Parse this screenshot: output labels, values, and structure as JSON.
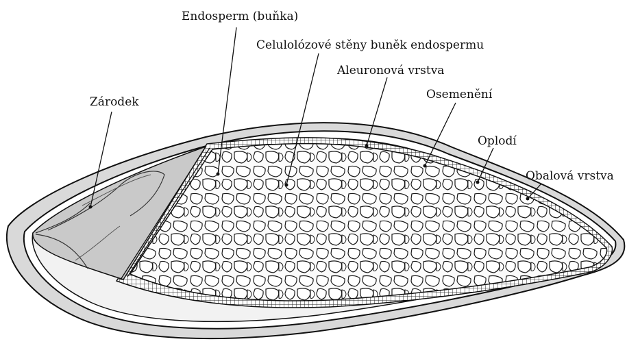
{
  "labels": {
    "endosperm_cell": "Endosperm (buňka)",
    "cell_walls": "Celulolózové stěny buněk endospermu",
    "aleurone": "Aleuronová vrstva",
    "seed_coat": "Osemenění",
    "embryo": "Zárodek",
    "pericarp": "Oplodí",
    "hull": "Obalová vrstva"
  },
  "colors": {
    "ink": "#111111",
    "hull_fill": "#d9d9d9",
    "cavity_fill": "#fbfbfb",
    "embryo_fill": "#c9c9c9"
  }
}
